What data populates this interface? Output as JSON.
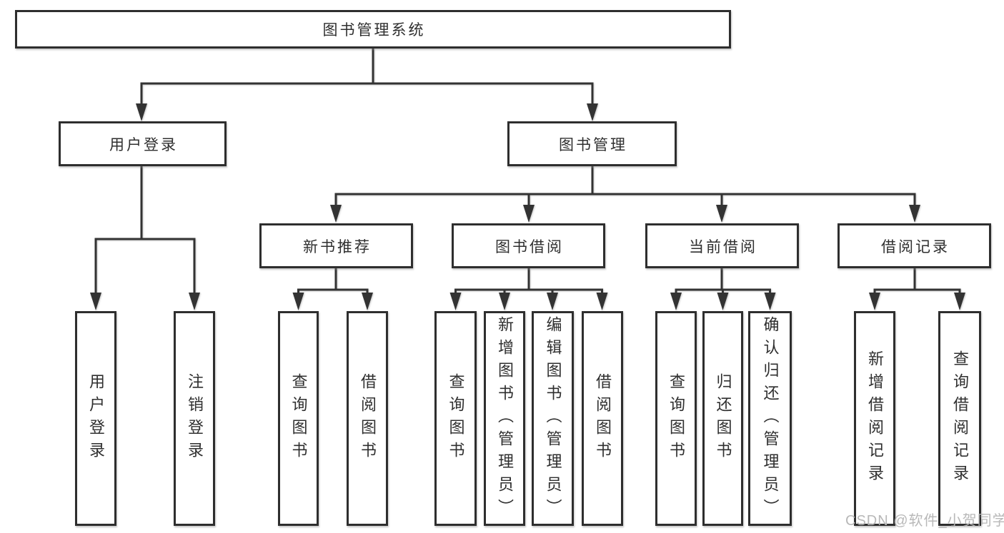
{
  "diagram": {
    "root": {
      "label": "图书管理系统"
    },
    "branches": [
      {
        "label": "用户登录",
        "leaves": [
          {
            "label": "用户登录"
          },
          {
            "label": "注销登录"
          }
        ]
      },
      {
        "label": "图书管理",
        "groups": [
          {
            "label": "新书推荐",
            "leaves": [
              {
                "label": "查询图书"
              },
              {
                "label": "借阅图书"
              }
            ]
          },
          {
            "label": "图书借阅",
            "leaves": [
              {
                "label": "查询图书"
              },
              {
                "label": "新增图书（管理员）"
              },
              {
                "label": "编辑图书（管理员）"
              },
              {
                "label": "借阅图书"
              }
            ]
          },
          {
            "label": "当前借阅",
            "leaves": [
              {
                "label": "查询图书"
              },
              {
                "label": "归还图书"
              },
              {
                "label": "确认归还（管理员）"
              }
            ]
          },
          {
            "label": "借阅记录",
            "leaves": [
              {
                "label": "新增借阅记录"
              },
              {
                "label": "查询借阅记录"
              }
            ]
          }
        ]
      }
    ]
  },
  "watermark": {
    "text": "CSDN @软件_小贺同学",
    "color": "#b5b5b5"
  },
  "colors": {
    "line": "#333333",
    "border": "#2e2e2e",
    "background": "#ffffff",
    "text": "#2f2f2f"
  }
}
